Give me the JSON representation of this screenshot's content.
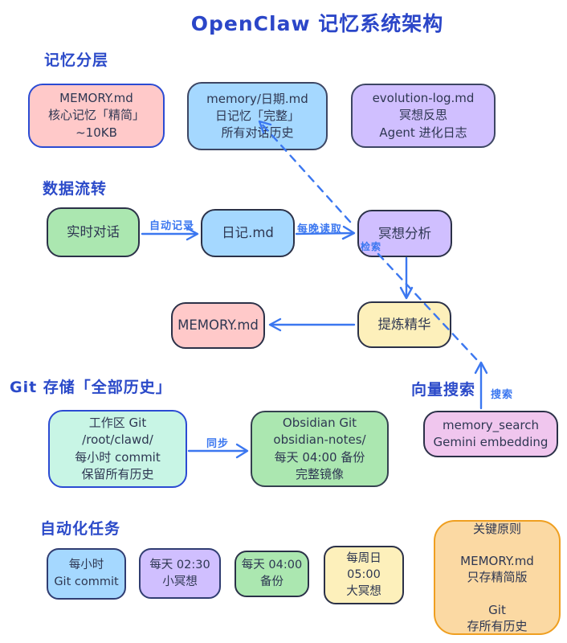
{
  "title": "OpenClaw 记忆系统架构",
  "sections": {
    "memory_layers": {
      "label": "记忆分层"
    },
    "data_flow": {
      "label": "数据流转"
    },
    "git_storage": {
      "label": "Git 存储「全部历史」"
    },
    "vector_search": {
      "label": "向量搜索"
    },
    "automation": {
      "label": "自动化任务"
    }
  },
  "boxes": {
    "memory_md_core": {
      "lines": [
        "MEMORY.md",
        "核心记忆「精简」",
        "~10KB"
      ]
    },
    "memory_daily": {
      "lines": [
        "memory/日期.md",
        "日记忆「完整」",
        "所有对话历史"
      ]
    },
    "evolution_log": {
      "lines": [
        "evolution-log.md",
        "冥想反思",
        "Agent 进化日志"
      ]
    },
    "realtime_chat": {
      "lines": [
        "实时对话"
      ]
    },
    "diary_md": {
      "lines": [
        "日记.md"
      ]
    },
    "meditation_analysis": {
      "lines": [
        "冥想分析"
      ]
    },
    "memory_md": {
      "lines": [
        "MEMORY.md"
      ]
    },
    "extract_essence": {
      "lines": [
        "提炼精华"
      ]
    },
    "workspace_git": {
      "lines": [
        "工作区 Git",
        "/root/clawd/",
        "每小时 commit",
        "保留所有历史"
      ]
    },
    "obsidian_git": {
      "lines": [
        "Obsidian Git",
        "obsidian-notes/",
        "每天 04:00 备份",
        "完整镜像"
      ]
    },
    "memory_search": {
      "lines": [
        "memory_search",
        "Gemini embedding"
      ]
    },
    "task_hourly": {
      "lines": [
        "每小时",
        "Git commit"
      ]
    },
    "task_daily_0230": {
      "lines": [
        "每天 02:30",
        "小冥想"
      ]
    },
    "task_daily_0400": {
      "lines": [
        "每天 04:00",
        "备份"
      ]
    },
    "task_weekly": {
      "lines": [
        "每周日",
        "05:00",
        "大冥想"
      ]
    },
    "key_principles": {
      "lines": [
        "关键原则",
        "",
        "MEMORY.md",
        "只存精简版",
        "",
        "Git",
        "存所有历史"
      ]
    }
  },
  "arrow_labels": {
    "auto_record": "自动记录",
    "nightly_read": "每晚读取",
    "retrieve": "检索",
    "sync": "同步",
    "search": "搜索"
  },
  "colors": {
    "title_blue": "#2b46c8",
    "label_blue": "#2b4ac9",
    "arrow_blue": "#3b77f0",
    "pink_fill": "#ffc9c9",
    "blue_fill": "#a5d8ff",
    "purple_fill": "#d0bfff",
    "green_fill": "#abe7b0",
    "teal_fill": "#c8f5e5",
    "yellow_fill": "#fdf0bb",
    "plum_fill": "#f0c6ee",
    "orange_fill": "#fbd9a3",
    "orange_border": "#ef9f20",
    "blue_border": "#2b4bd3",
    "ink_border": "#2b3148",
    "navy_border": "#303d72"
  }
}
